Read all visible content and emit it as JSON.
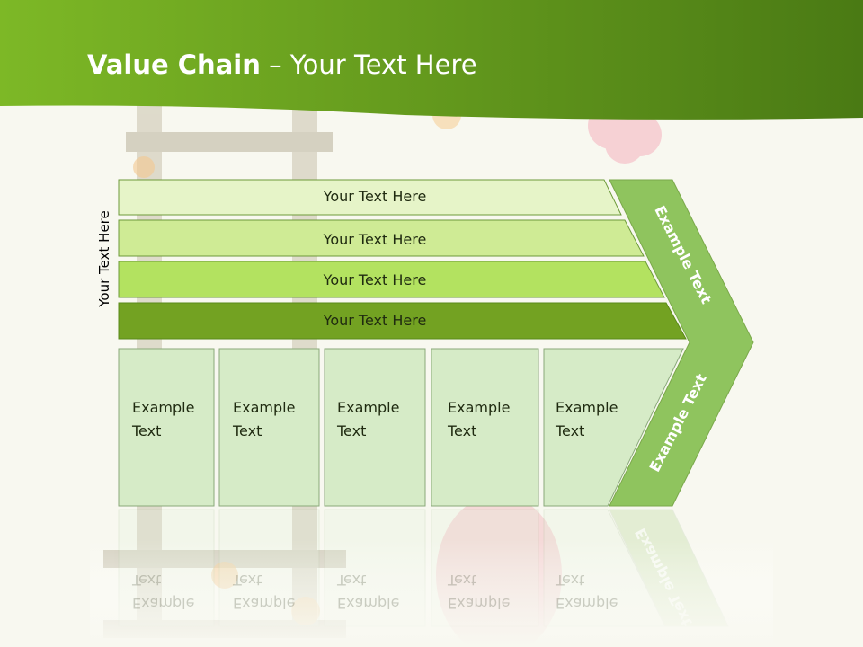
{
  "title": {
    "bold": "Value Chain",
    "rest": " – Your Text Here"
  },
  "side_label": "Your Text Here",
  "support_rows": [
    {
      "text": "Your Text Here",
      "color": "#e6f4c8"
    },
    {
      "text": "Your Text Here",
      "color": "#cfeb95"
    },
    {
      "text": "Your Text Here",
      "color": "#b3e260"
    },
    {
      "text": "Your Text Here",
      "color": "#73a222"
    }
  ],
  "primary_cells": [
    {
      "line1": "Example",
      "line2": "Text"
    },
    {
      "line1": "Example",
      "line2": "Text"
    },
    {
      "line1": "Example",
      "line2": "Text"
    },
    {
      "line1": "Example",
      "line2": "Text"
    },
    {
      "line1": "Example",
      "line2": "Text"
    }
  ],
  "margin_labels": {
    "upper": "Example Text",
    "lower": "Example Text"
  },
  "colors": {
    "header_dark": "#4e7a14",
    "header_light": "#86be2a",
    "cell_fill": "#d6ebc7",
    "margin_fill": "#8fc45e"
  }
}
